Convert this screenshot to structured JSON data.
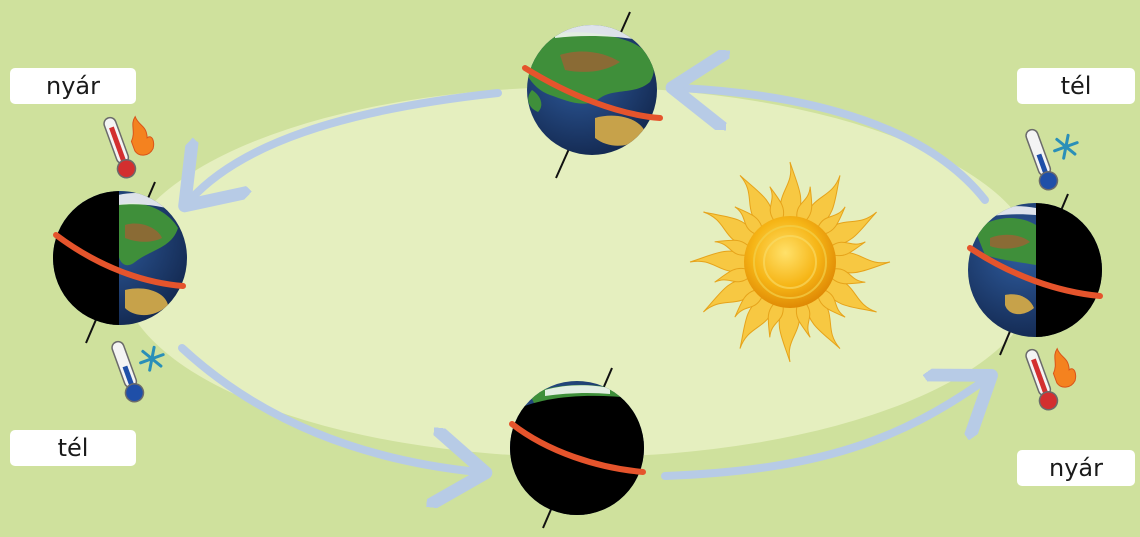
{
  "labels": {
    "top_left": "nyár",
    "bottom_left": "tél",
    "top_right": "tél",
    "bottom_right": "nyár"
  },
  "colors": {
    "background": "#cfe19d",
    "orbit_fill": "#e5efbf",
    "arrow": "#b7cbe6",
    "equator": "#e5542c",
    "ocean": "#1e3f7a",
    "land": "#3f8f3a",
    "night": "#000000",
    "sun_core": "#f6b516",
    "sun_rays": "#f7c842"
  },
  "icons": [
    "earth-globe-icon",
    "sun-icon",
    "hot-thermometer-icon",
    "cold-thermometer-icon",
    "orbit-arrow-icon"
  ]
}
